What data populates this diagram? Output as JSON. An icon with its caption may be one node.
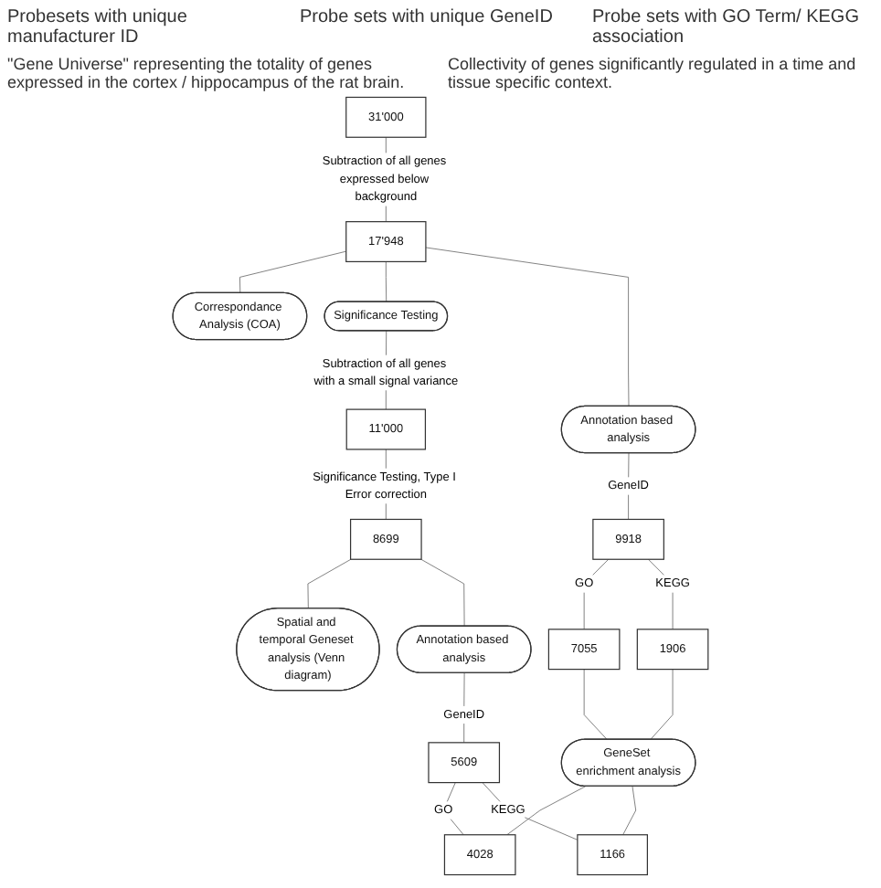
{
  "diagram": {
    "nodes": [
      {
        "text": [
          "31'000"
        ]
      },
      {
        "text": [
          "17'948"
        ]
      },
      {
        "text": [
          "Correspondance Analysis (COA)"
        ]
      },
      {
        "text": [
          "Significance Testing"
        ]
      },
      {
        "text": [
          "Annotation based analysis"
        ]
      },
      {
        "text": [
          "9918"
        ]
      },
      {
        "text": [
          "7055"
        ]
      },
      {
        "text": [
          "1906"
        ]
      },
      {
        "text": [
          "11'000"
        ]
      },
      {
        "text": [
          "8699"
        ]
      },
      {
        "text": [
          "Spatial and temporal Geneset analysis (Venn diagram)"
        ]
      },
      {
        "text": [
          "Annotation based analysis"
        ]
      },
      {
        "text": [
          "5609"
        ]
      },
      {
        "text": [
          "GeneSet enrichment analysis"
        ]
      },
      {
        "text": [
          "4028"
        ]
      },
      {
        "text": [
          "1166"
        ]
      }
    ],
    "edges": [
      {
        "from": 0,
        "to": 1,
        "arrow": "none",
        "label": "Subtraction of all genes expressed below background"
      },
      {
        "from": 1,
        "to": 2,
        "arrow": "none"
      },
      {
        "from": 1,
        "to": 3,
        "arrow": "none"
      },
      {
        "from": 1,
        "to": 4,
        "arrow": "none"
      },
      {
        "from": 4,
        "to": 5,
        "arrow": "none",
        "label": "GeneID"
      },
      {
        "from": 5,
        "to": 6,
        "arrow": "none",
        "label": "GO"
      },
      {
        "from": 5,
        "to": 7,
        "arrow": "none",
        "label": "KEGG"
      },
      {
        "from": 3,
        "to": 8,
        "arrow": "none",
        "label": "Subtraction of all genes with a small signal variance"
      },
      {
        "from": 8,
        "to": 9,
        "arrow": "none",
        "label": "Significance Testing, Type I Error correction"
      },
      {
        "from": 9,
        "to": 10,
        "arrow": "none"
      },
      {
        "from": 9,
        "to": 11,
        "arrow": "none"
      },
      {
        "from": 11,
        "to": 12,
        "arrow": "none",
        "label": "GeneID"
      },
      {
        "from": 12,
        "to": 14,
        "arrow": "none",
        "label": "GO"
      },
      {
        "from": 12,
        "to": 15,
        "arrow": "none",
        "label": "KEGG"
      },
      {
        "from": 6,
        "to": 13,
        "arrow": "none"
      },
      {
        "from": 7,
        "to": 13,
        "arrow": "none"
      },
      {
        "from": 13,
        "to": 14,
        "arrow": "none"
      },
      {
        "from": 13,
        "to": 15,
        "arrow": "none"
      }
    ],
    "labels": [
      "Probesets with unique manufacturer ID",
      "Probe sets with unique GeneID",
      "Probe sets with GO Term/ KEGG association",
      "\"Gene Universe\" representing the totality of genes expressed in the cortex / hippocampus of the rat brain.",
      "Collectivity of genes significantly regulated in a time and tissue specific context."
    ]
  }
}
